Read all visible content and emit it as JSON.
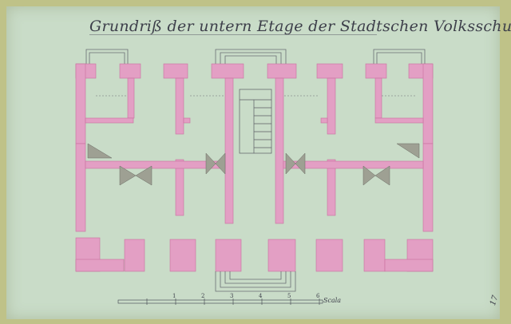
{
  "title": "Grundriß der untern Etage der Stadtschen Volksschule.",
  "scale_label": "Scala",
  "scale_ticks": [
    "1",
    "2",
    "3",
    "4",
    "5",
    "6"
  ],
  "page_number": "17",
  "colors": {
    "paper": "#c9dcc8",
    "walls": "#e39fc4",
    "wall_edge": "#c9719f",
    "ink": "#3d3f4a",
    "stove": "#9ea093",
    "border": "#bfc288"
  },
  "elements": [
    "exterior-walls",
    "interior-cross-walls",
    "corridor-walls",
    "staircase",
    "stoves",
    "steps-front",
    "steps-back",
    "scale-bar"
  ]
}
